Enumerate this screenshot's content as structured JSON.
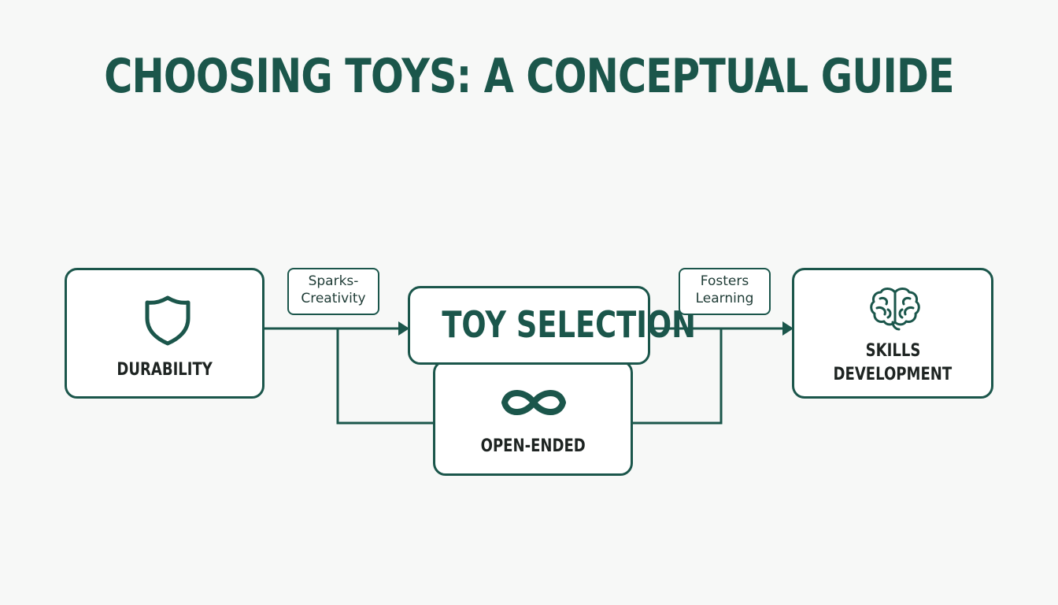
{
  "title": "CHOOSING TOYS: A CONCEPTUAL GUIDE",
  "colors": {
    "primary": "#1b564b",
    "text": "#1e2422",
    "background": "#f7f8f7",
    "box_fill": "#ffffff"
  },
  "nodes": {
    "durability": {
      "label": "DURABILITY",
      "icon": "shield-icon"
    },
    "toy_selection": {
      "label": "TOY SELECTION"
    },
    "open_ended": {
      "label": "OPEN-ENDED",
      "icon": "infinity-icon"
    },
    "skills": {
      "label_line1": "SKILLS",
      "label_line2": "DEVELOPMENT",
      "icon": "brain-icon"
    }
  },
  "edge_labels": {
    "sparks": {
      "line1": "Sparks-",
      "line2": "Creativity"
    },
    "fosters": {
      "line1": "Fosters",
      "line2": "Learning"
    }
  }
}
